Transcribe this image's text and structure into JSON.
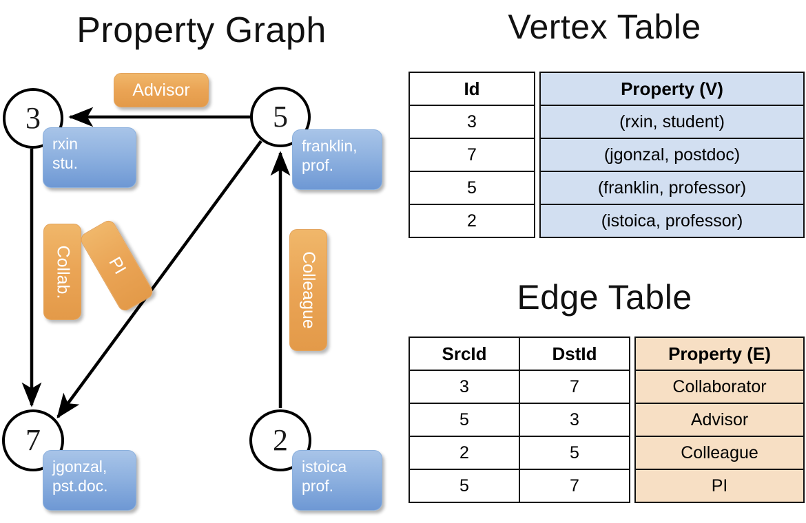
{
  "titles": {
    "property_graph": "Property Graph",
    "vertex_table": "Vertex Table",
    "edge_table": "Edge Table"
  },
  "colors": {
    "vertex_property_fill": "#d2dff1",
    "edge_property_fill": "#f7dfc4",
    "node_property_box": "#8fb2e0",
    "edge_label_box": "#eaa455",
    "stroke": "#000000",
    "background": "#ffffff"
  },
  "graph": {
    "nodes": [
      {
        "id": "3",
        "property_lines": [
          "rxin",
          "stu."
        ]
      },
      {
        "id": "5",
        "property_lines": [
          "franklin,",
          "prof."
        ]
      },
      {
        "id": "7",
        "property_lines": [
          "jgonzal,",
          "pst.doc."
        ]
      },
      {
        "id": "2",
        "property_lines": [
          "istoica",
          "prof."
        ]
      }
    ],
    "edge_labels": [
      {
        "name": "advisor-label",
        "text": "Advisor"
      },
      {
        "name": "collab-label",
        "text": "Collab."
      },
      {
        "name": "pi-label",
        "text": "PI"
      },
      {
        "name": "colleague-label",
        "text": "Colleague"
      }
    ],
    "edges": [
      {
        "from": "5",
        "to": "3",
        "label": "Advisor"
      },
      {
        "from": "3",
        "to": "7",
        "label": "Collab."
      },
      {
        "from": "5",
        "to": "7",
        "label": "PI"
      },
      {
        "from": "2",
        "to": "5",
        "label": "Colleague"
      }
    ]
  },
  "vertex_table": {
    "headers": {
      "id": "Id",
      "property": "Property (V)"
    },
    "rows": [
      {
        "id": "3",
        "property": "(rxin, student)"
      },
      {
        "id": "7",
        "property": "(jgonzal, postdoc)"
      },
      {
        "id": "5",
        "property": "(franklin, professor)"
      },
      {
        "id": "2",
        "property": "(istoica, professor)"
      }
    ]
  },
  "edge_table": {
    "headers": {
      "src": "SrcId",
      "dst": "DstId",
      "property": "Property (E)"
    },
    "rows": [
      {
        "src": "3",
        "dst": "7",
        "property": "Collaborator"
      },
      {
        "src": "5",
        "dst": "3",
        "property": "Advisor"
      },
      {
        "src": "2",
        "dst": "5",
        "property": "Colleague"
      },
      {
        "src": "5",
        "dst": "7",
        "property": "PI"
      }
    ]
  }
}
